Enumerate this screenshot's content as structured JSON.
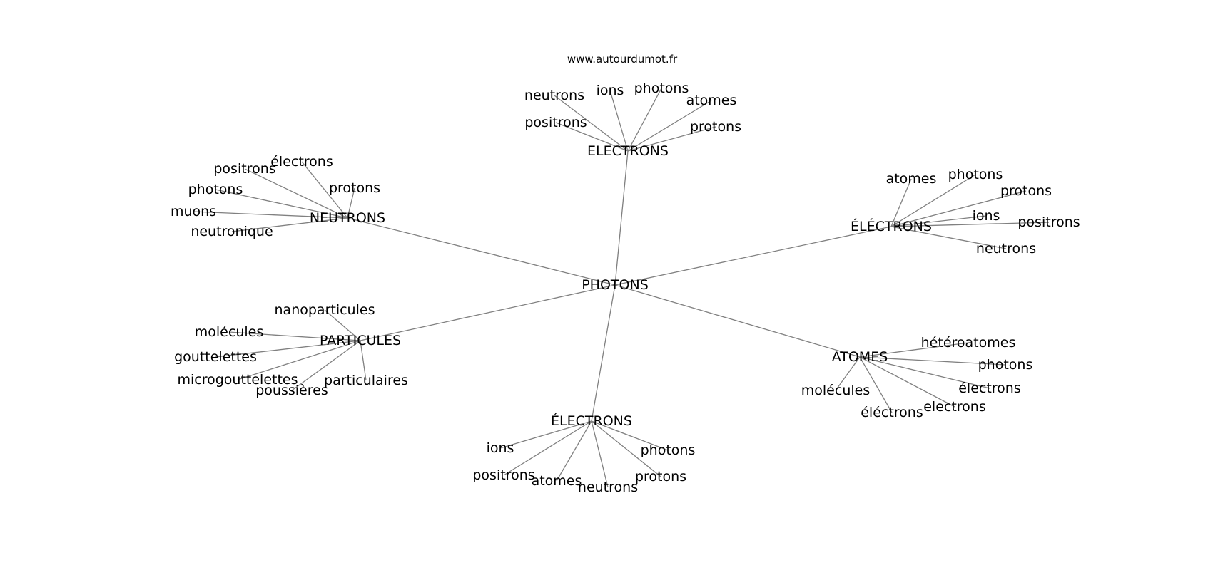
{
  "source": "www.autourdumot.fr",
  "edge_color": "#808080",
  "text_color": "#000000",
  "center": "PHOTONS",
  "clusters": [
    {
      "label": "ELECTRONS",
      "children": [
        "neutrons",
        "ions",
        "photons",
        "atomes",
        "positrons",
        "protons"
      ]
    },
    {
      "label": "NEUTRONS",
      "children": [
        "positrons",
        "électrons",
        "photons",
        "protons",
        "muons",
        "neutronique"
      ]
    },
    {
      "label": "ÉLÉCTRONS",
      "children": [
        "atomes",
        "photons",
        "protons",
        "ions",
        "positrons",
        "neutrons"
      ]
    },
    {
      "label": "PARTICULES",
      "children": [
        "nanoparticules",
        "molécules",
        "gouttelettes",
        "microgouttelettes",
        "poussières",
        "particulaires"
      ]
    },
    {
      "label": "ATOMES",
      "children": [
        "hétéroatomes",
        "photons",
        "électrons",
        "electrons",
        "éléctrons",
        "molécules"
      ]
    },
    {
      "label": "ÉLECTRONS",
      "children": [
        "ions",
        "photons",
        "positrons",
        "protons",
        "atomes",
        "neutrons"
      ]
    }
  ]
}
